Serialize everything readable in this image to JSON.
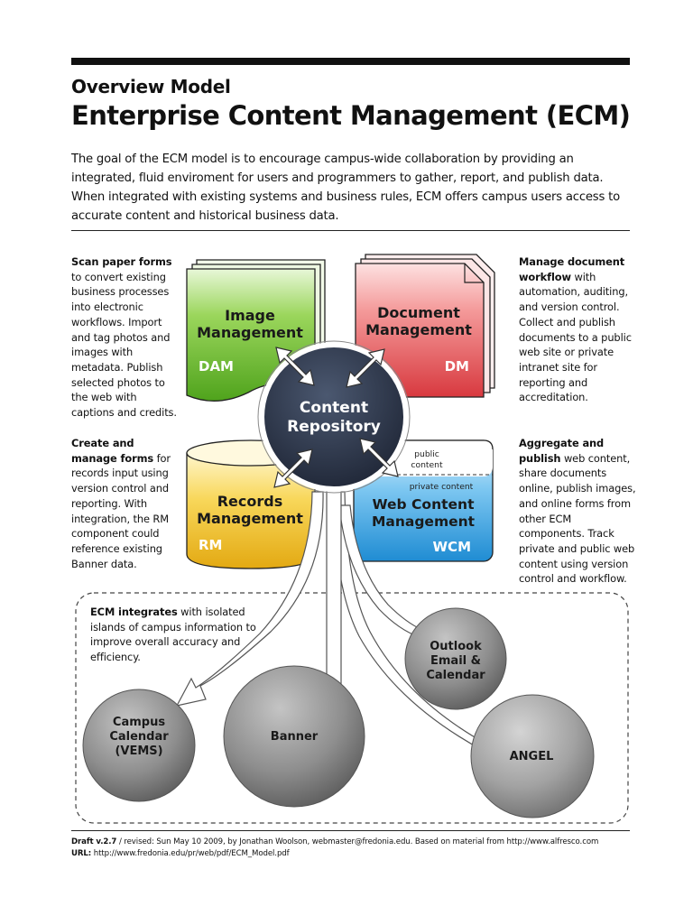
{
  "header": {
    "subtitle": "Overview Model",
    "title": "Enterprise Content Management (ECM)"
  },
  "intro": "The goal of the ECM model is to encourage campus-wide collaboration by providing an integrated, fluid enviroment for users and programmers to gather, report, and publish data. When integrated with existing systems and business rules, ECM offers campus users access to accurate content and historical business data.",
  "notes": {
    "scan": {
      "bold": "Scan paper forms",
      "text": " to convert existing business processes into electronic workflows. Import and tag photos and images with metadata. Publish selected photos to the web with captions and credits."
    },
    "create": {
      "bold": "Create and manage forms",
      "text": " for records input using version control and reporting. With integration, the RM component could reference existing Banner data."
    },
    "manage": {
      "bold": "Manage document workflow",
      "text": " with automation, auditing, and version control. Collect and publish documents to a public web site or private intranet site for reporting and accreditation."
    },
    "aggregate": {
      "bold": "Aggregate and publish",
      "text": " web content, share documents online, publish images, and online forms from other ECM components. Track private and public web content using version control and workflow."
    },
    "integrates": {
      "bold": "ECM integrates",
      "text": " with isolated islands of campus  information to improve overall accuracy and efficiency."
    }
  },
  "diagram": {
    "dam": {
      "line1": "Image",
      "line2": "Management",
      "abbr": "DAM"
    },
    "dm": {
      "line1": "Document",
      "line2": "Management",
      "abbr": "DM"
    },
    "rm": {
      "line1": "Records",
      "line2": "Management",
      "abbr": "RM"
    },
    "wcm": {
      "line1": "Web Content",
      "line2": "Management",
      "abbr": "WCM",
      "public1": "public",
      "public2": "content",
      "private": "private content"
    },
    "repo": {
      "line1": "Content",
      "line2": "Repository"
    },
    "outlook": {
      "line1": "Outlook",
      "line2": "Email &",
      "line3": "Calendar"
    },
    "calendar": {
      "line1": "Campus",
      "line2": "Calendar",
      "line3": "(VEMS)"
    },
    "banner": "Banner",
    "angel": "ANGEL"
  },
  "footer": {
    "draft_bold": "Draft v.2.7",
    "draft_text": " / revised: Sun May 10 2009, by Jonathan Woolson, webmaster@fredonia.edu. Based on material from http://www.alfresco.com",
    "url_bold": "URL:",
    "url_text": " http://www.fredonia.edu/pr/web/pdf/ECM_Model.pdf"
  },
  "colors": {
    "green": "#6cbf2a",
    "red": "#e8525a",
    "yellow": "#f2c019",
    "blue": "#2e9fe0",
    "navy": "#2b3446",
    "grey": "#8a8a8a"
  }
}
